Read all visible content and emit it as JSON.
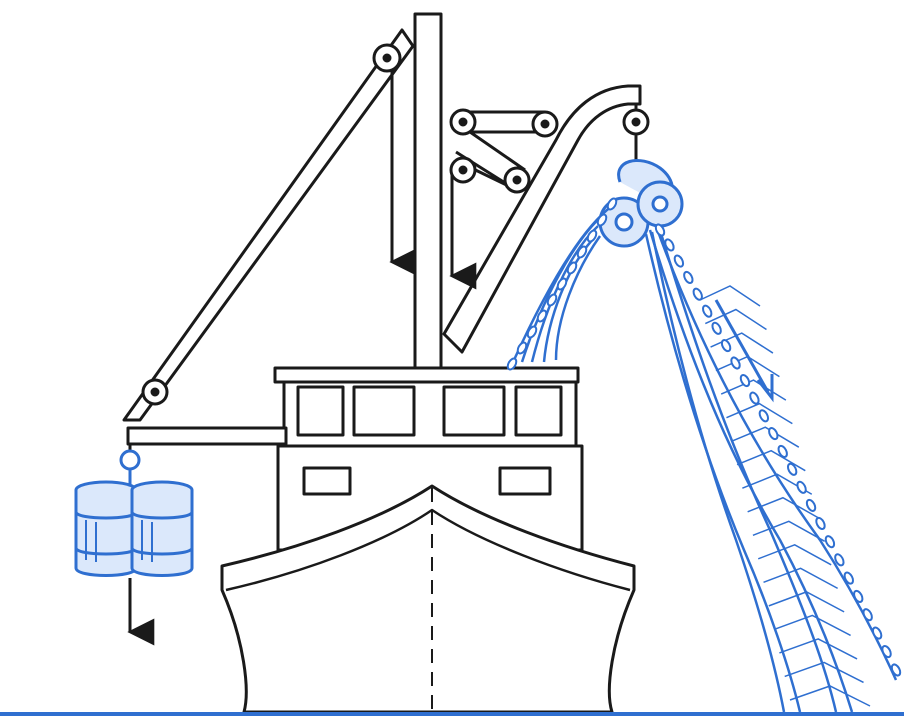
{
  "diagram": {
    "subject": "",
    "colors": {
      "ink": "#1a1a1a",
      "blue": "#2f6fd0",
      "blue_dark": "#1f55b0",
      "paper": "#ffffff"
    },
    "components": {
      "drums": 2,
      "down_arrows": 3,
      "direction_arrows": 1
    }
  }
}
